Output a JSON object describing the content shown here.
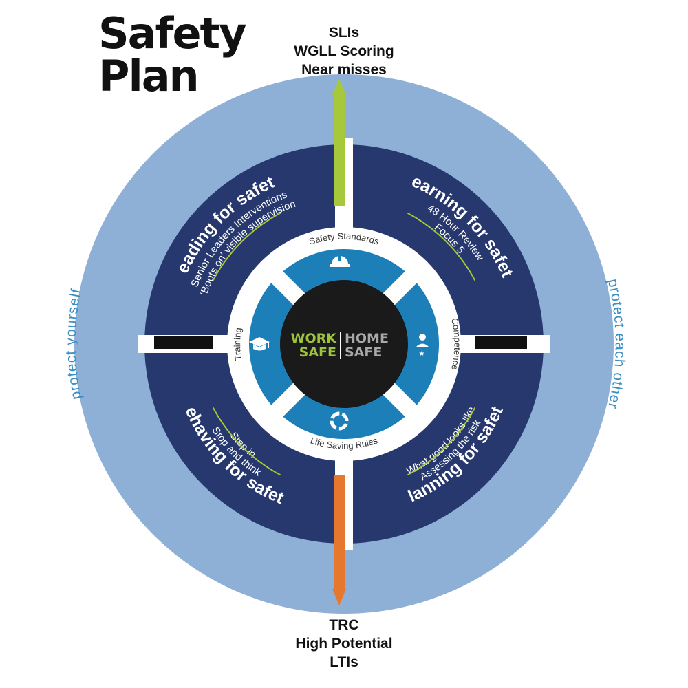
{
  "title": {
    "line1": "Safety",
    "line2": "Plan"
  },
  "top_indicators": [
    "SLIs",
    "WGLL Scoring",
    "Near misses"
  ],
  "bottom_indicators": [
    "TRC",
    "High Potential",
    "LTIs"
  ],
  "outer_ring": {
    "left": "protect yourself",
    "right": "protect each other"
  },
  "quadrants": {
    "leading": {
      "title": "Leading for safety",
      "lines": [
        "Senior Leaders Interventions",
        "‘Boots on’ visible supervision"
      ]
    },
    "learning": {
      "title": "Learning for safety",
      "lines": [
        "48 Hour Review",
        "Focus 5"
      ]
    },
    "behaving": {
      "title": "Behaving for safety",
      "lines": [
        "Stop and think",
        "Step in"
      ]
    },
    "planning": {
      "title": "Planning for safety",
      "lines": [
        "Assessing the risk",
        "What good looks like"
      ]
    }
  },
  "inner_ring": {
    "top": "Safety Standards",
    "right": "Competence",
    "bottom": "Life Saving Rules",
    "left": "Training"
  },
  "center_logo": {
    "work": "WORK",
    "safe1": "SAFE",
    "home": "HOME",
    "safe2": "SAFE"
  },
  "icons": [
    "hard-hat-icon",
    "person-star-icon",
    "lifebuoy-icon",
    "graduation-cap-icon"
  ],
  "colors": {
    "outer_ring": "#8fb0d6",
    "navy": "#27386f",
    "inner_blue": "#1d7fb8",
    "center": "#1a1a1a",
    "green_arrow": "#a7c83a",
    "orange_arrow": "#e6772e",
    "outer_text": "#3a8fc4",
    "logo_green": "#9cc43c",
    "logo_grey": "#a8a8a8"
  }
}
